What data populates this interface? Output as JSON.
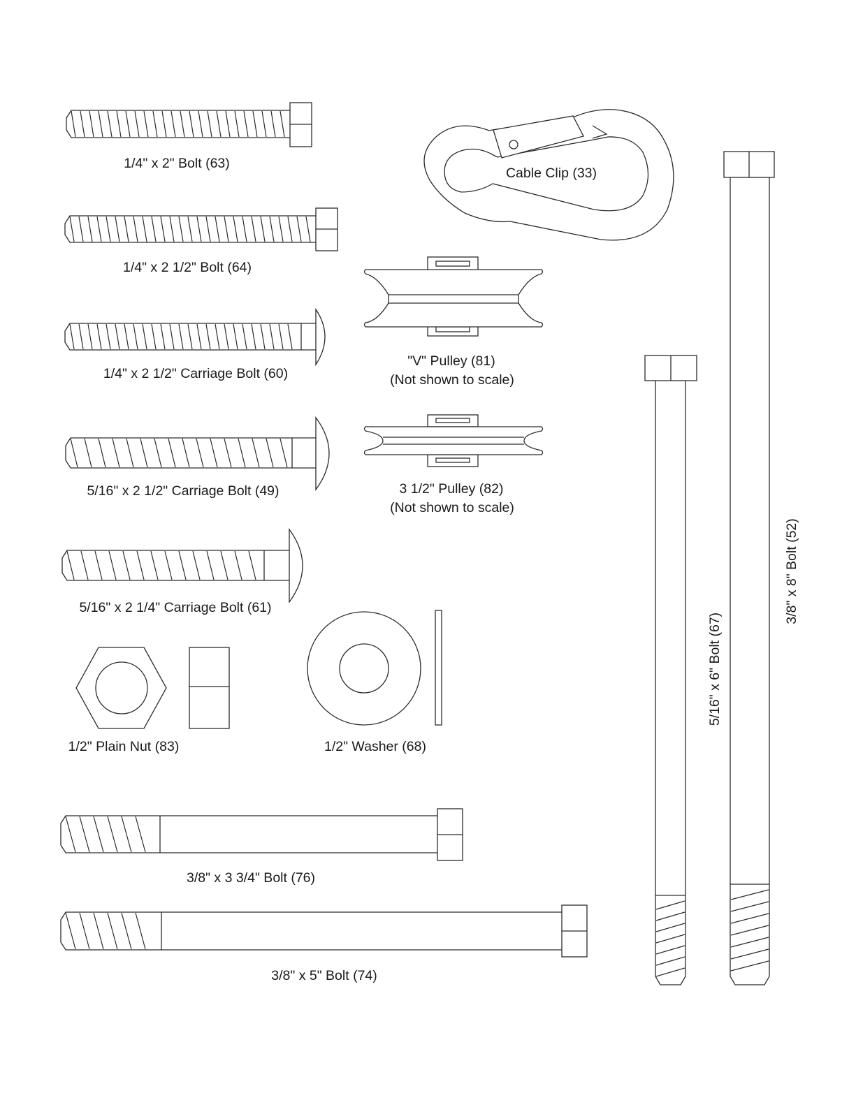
{
  "parts": {
    "bolt_63": "1/4\" x 2\" Bolt (63)",
    "bolt_64": "1/4\" x 2 1/2\" Bolt (64)",
    "carriage_bolt_60": "1/4\" x 2 1/2\" Carriage Bolt (60)",
    "carriage_bolt_49": "5/16\" x 2 1/2\" Carriage Bolt (49)",
    "carriage_bolt_61": "5/16\" x 2 1/4\" Carriage Bolt (61)",
    "plain_nut_83": "1/2\" Plain Nut (83)",
    "washer_68": "1/2\" Washer (68)",
    "bolt_76": "3/8\" x 3 3/4\" Bolt (76)",
    "bolt_74": "3/8\" x 5\" Bolt (74)",
    "cable_clip_33": "Cable Clip (33)",
    "v_pulley_81": "\"V\" Pulley (81)",
    "v_pulley_81_note": "(Not shown to scale)",
    "pulley_82": "3 1/2\" Pulley (82)",
    "pulley_82_note": "(Not shown to scale)",
    "bolt_67": "5/16\" x 6\" Bolt (67)",
    "bolt_52": "3/8\" x 8\" Bolt (52)"
  }
}
